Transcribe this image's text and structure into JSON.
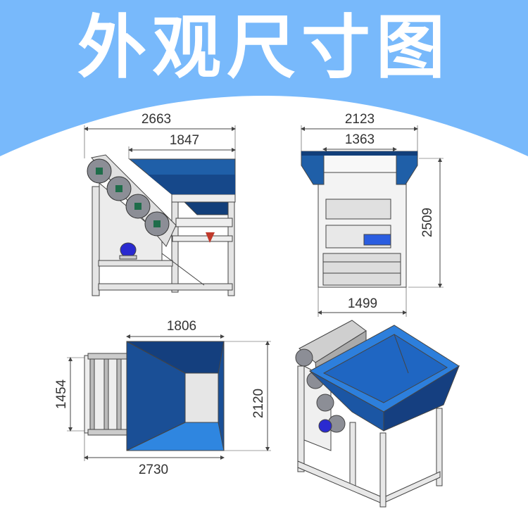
{
  "title": "外观尺寸图",
  "colors": {
    "header": "#78b9fb",
    "hopper": "#1f5fa8",
    "hopper_dark": "#123f7a",
    "frame": "#d9d9d9",
    "line": "#444444"
  },
  "views": {
    "side": {
      "overall_length": "2663",
      "hopper_length": "1847"
    },
    "front": {
      "overall_width": "2123",
      "top_inner_width": "1363",
      "height": "2509",
      "base_width": "1499"
    },
    "top": {
      "hopper_width": "1806",
      "roller_depth": "1454",
      "hopper_depth": "2120",
      "overall_length": "2730"
    },
    "isometric": {}
  }
}
